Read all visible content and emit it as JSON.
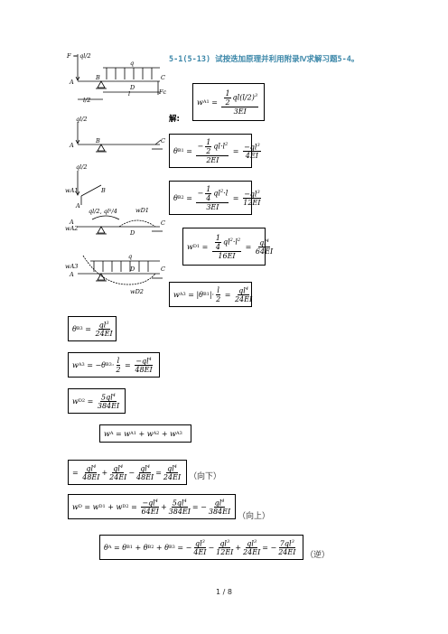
{
  "heading": "5-1(5-13)   试按迭加原理并利用附录Ⅳ求解习题5-4。",
  "solution_label": "解:",
  "diagram_labels": {
    "load_F": "F = ql/2",
    "q": "q",
    "half_l": "l/2",
    "l": "l",
    "A": "A",
    "B": "B",
    "C": "C",
    "D": "D",
    "Fc": "Fc",
    "ql2": "ql/2",
    "ql2b": "ql/2",
    "ql2_14": "ql/2, ql²/4",
    "wA1": "wA1",
    "wA2": "wA2",
    "wA3": "wA3",
    "wD1": "wD1",
    "wD2": "wD2"
  },
  "directions": {
    "down": "（向下）",
    "up": "（向上）",
    "ccw": "（逆）"
  },
  "footer": "1 / 8"
}
